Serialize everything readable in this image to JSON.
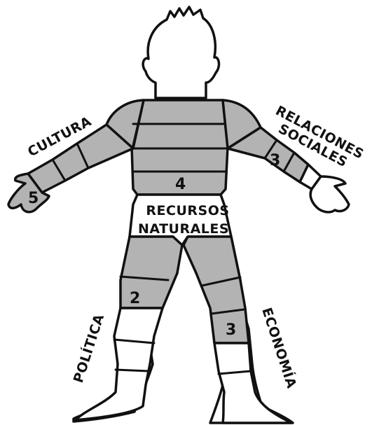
{
  "colors": {
    "fill_shaded": "#b3b3b3",
    "fill_empty": "#ffffff",
    "stroke": "#111111"
  },
  "labels": {
    "cultura": "CULTURA",
    "relaciones": "RELACIONES",
    "sociales": "SOCIALES",
    "recursos": "RECURSOS",
    "naturales": "NATURALES",
    "politica": "POLÍTICA",
    "economia": "ECONOMÍA"
  },
  "scores": {
    "cultura": "5",
    "relaciones_sociales": "3",
    "recursos_naturales": "4",
    "politica": "2",
    "economia": "3"
  }
}
